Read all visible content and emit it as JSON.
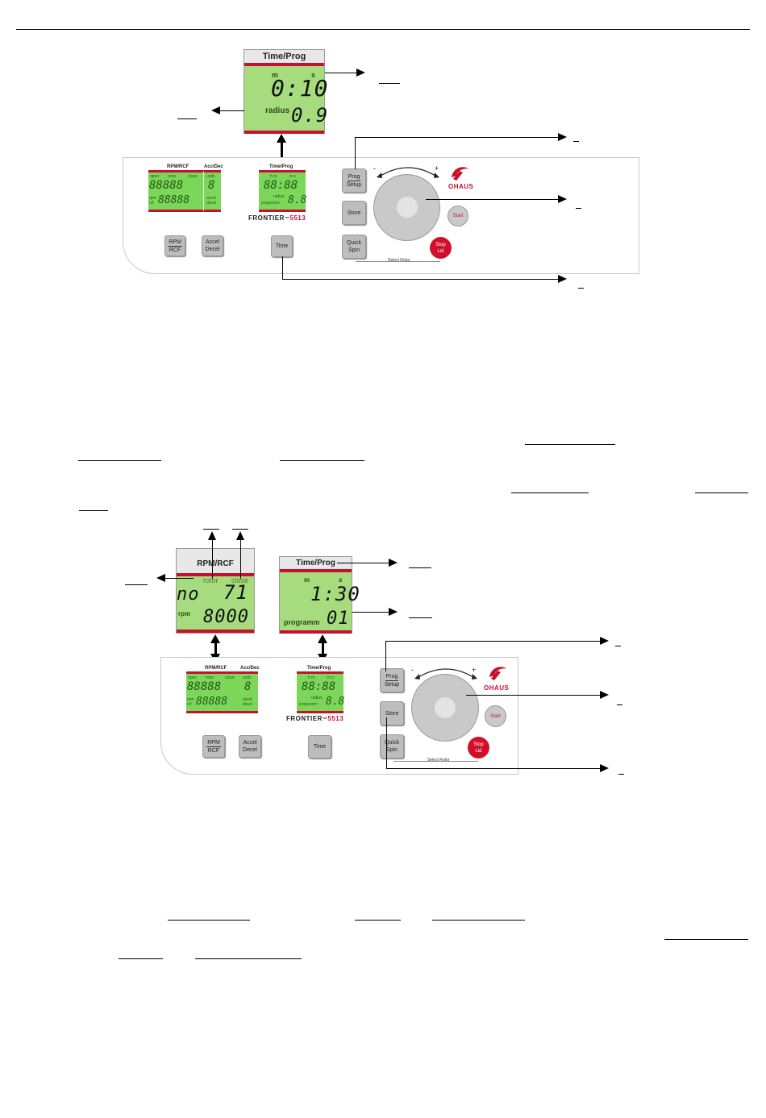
{
  "figure1": {
    "zoom": {
      "header": "Time/Prog",
      "unit_m": "m",
      "unit_s": "s",
      "time": "0:10",
      "label_radius": "radius",
      "radius_value": "0.9"
    },
    "panel": {
      "rpm_rcf_header": "RPM/RCF",
      "acc_dec_header": "Acc/Dec",
      "time_prog_header": "Time/Prog",
      "lcd_open": "open",
      "lcd_rotor": "rotor",
      "lcd_close": "close",
      "lcd_units": "units",
      "lcd_rpm": "rpm",
      "lcd_rcf": "rcf",
      "lcd_accel": "accel",
      "lcd_decel": "decel",
      "lcd_hm": "h m",
      "lcd_ms": "m s",
      "lcd_radius": "radius",
      "lcd_program": "programm",
      "seg_big": "88888",
      "seg_one": "8",
      "seg_time": "88:88",
      "seg_prog": "8.8",
      "brand": "FRONTIER",
      "tm": "™",
      "model": "5513",
      "btn_prog_top": "Prog",
      "btn_prog_bottom": "Setup",
      "btn_store": "Store",
      "btn_quick_top": "Quick",
      "btn_quick_bottom": "Spin",
      "btn_start": "Start",
      "btn_stop_top": "Stop",
      "btn_stop_bottom": "Lid",
      "btn_rpm_top": "RPM",
      "btn_rpm_bottom": "RCF",
      "btn_accel_top": "Accel",
      "btn_accel_bottom": "Decel",
      "btn_time": "Time",
      "select_rotor": "Select Rotor",
      "logo": "OHAUS",
      "minus": "-",
      "plus": "+"
    }
  },
  "figure2": {
    "zoom_rpm": {
      "header": "RPM/RCF",
      "rotor": "rotor",
      "close": "close",
      "no": "no",
      "value": "71",
      "rpm": "rpm",
      "speed": "8000"
    },
    "zoom_time": {
      "header": "Time/Prog",
      "unit_m": "m",
      "unit_s": "s",
      "time": "1:30",
      "program_label": "programm",
      "program_value": "01"
    }
  }
}
